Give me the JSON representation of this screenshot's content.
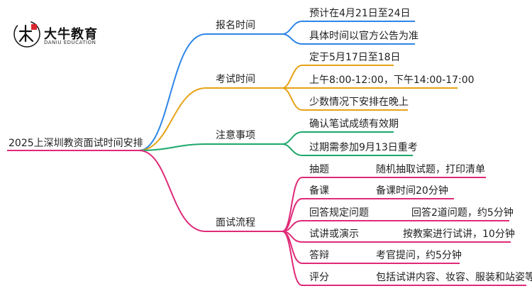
{
  "logo": {
    "name_cn": "大牛教育",
    "name_en": "DANIU EDUCATION",
    "colors": [
      "#d9272e",
      "#111111"
    ]
  },
  "root": "2025上深圳教资面试时间安排",
  "colors": {
    "blue": "#2f86e6",
    "orange": "#e6a215",
    "green": "#1ba86a",
    "pink": "#df2a78"
  },
  "branches": [
    {
      "id": "b1",
      "color": "blue",
      "label": "报名时间",
      "items": [
        "预计在4月21日至24日",
        "具体时间以官方公告为准"
      ]
    },
    {
      "id": "b2",
      "color": "orange",
      "label": "考试时间",
      "items": [
        "定于5月17日至18日",
        "上午8:00-12:00，下午14:00-17:00",
        "少数情况下安排在晚上"
      ]
    },
    {
      "id": "b3",
      "color": "green",
      "label": "注意事项",
      "items": [
        "确认笔试成绩有效期",
        "过期需参加9月13日重考"
      ]
    },
    {
      "id": "b4",
      "color": "pink",
      "label": "面试流程",
      "steps": [
        {
          "name": "抽题",
          "desc": "随机抽取试题，打印清单"
        },
        {
          "name": "备课",
          "desc": "备课时间20分钟"
        },
        {
          "name": "回答规定问题",
          "desc": "回答2道问题，约5分钟"
        },
        {
          "name": "试讲或演示",
          "desc": "按教案进行试讲，10分钟"
        },
        {
          "name": "答辩",
          "desc": "考官提问，约5分钟"
        },
        {
          "name": "评分",
          "desc": "包括试讲内容、妆容、服装和站姿等"
        }
      ]
    }
  ]
}
